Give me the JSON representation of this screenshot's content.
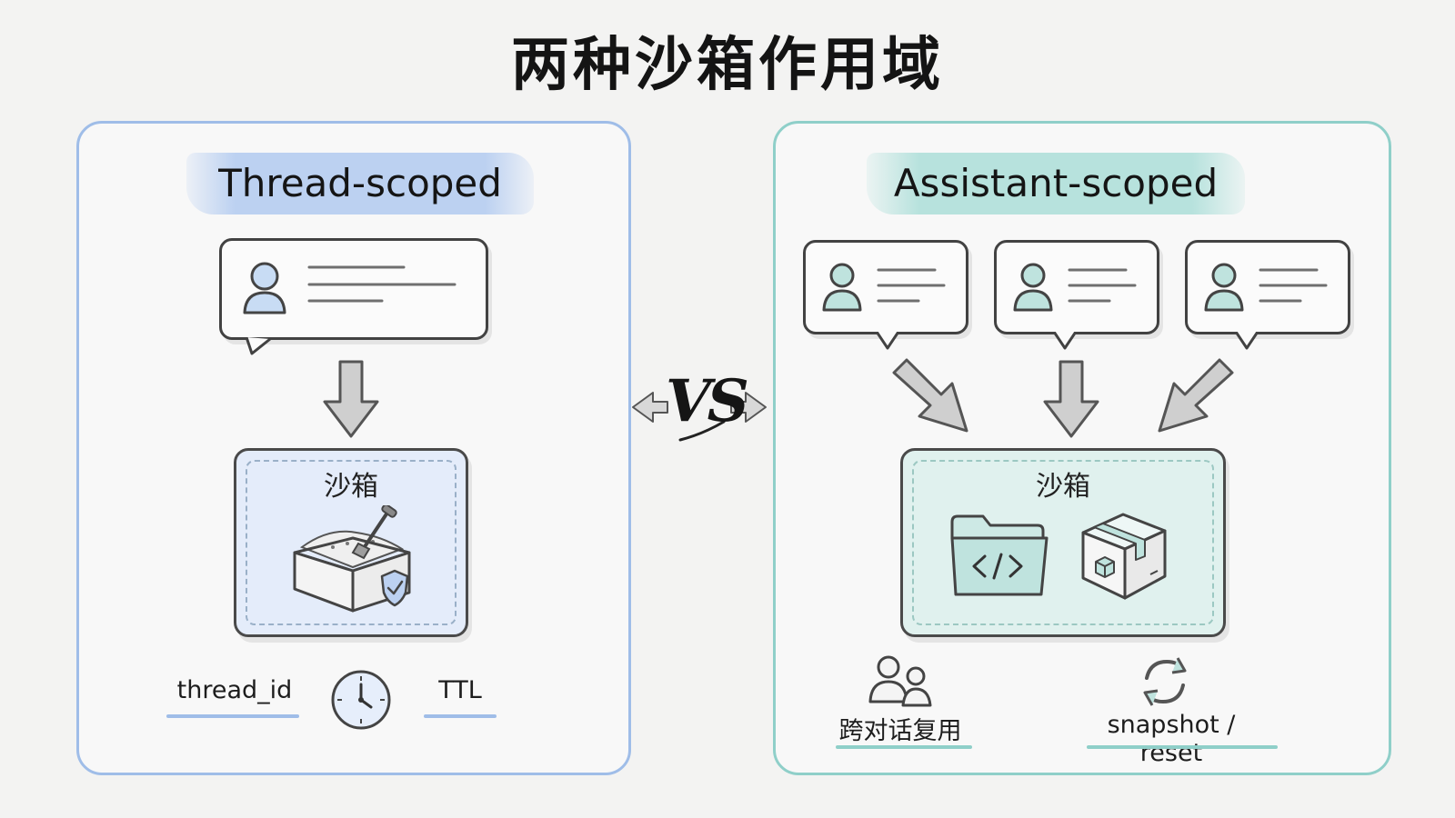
{
  "title": "两种沙箱作用域",
  "vs_label": "VS",
  "left_panel": {
    "heading": "Thread-scoped",
    "sandbox_label": "沙箱",
    "footer": {
      "left_label": "thread_id",
      "right_label": "TTL",
      "icon": "clock-icon"
    },
    "icons": [
      "user-icon",
      "sandbox-box-icon",
      "shovel-icon",
      "shield-check-icon",
      "down-arrow-icon"
    ]
  },
  "right_panel": {
    "heading": "Assistant-scoped",
    "sandbox_label": "沙箱",
    "footer": {
      "left_label": "跨对话复用",
      "right_label": "snapshot / reset",
      "left_icon": "users-icon",
      "right_icon": "refresh-icon"
    },
    "icons": [
      "user-icon",
      "code-folder-icon",
      "package-box-icon",
      "diagonal-arrow-icon"
    ]
  },
  "colors": {
    "thread_accent": "#9fbde8",
    "assistant_accent": "#8fcfc9",
    "thread_sandbox_fill": "#e4ecfa",
    "assistant_sandbox_fill": "#e0f1ee",
    "ink": "#3f3f3f"
  }
}
